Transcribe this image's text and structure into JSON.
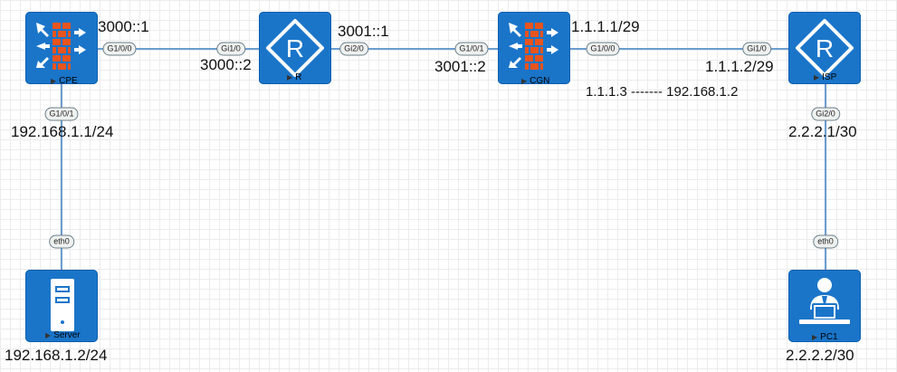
{
  "devices": {
    "cpe": {
      "name": "CPE",
      "icon": "firewall-icon"
    },
    "r": {
      "name": "R",
      "icon": "router-icon"
    },
    "cgn": {
      "name": "CGN",
      "icon": "firewall-icon"
    },
    "isp": {
      "name": "ISP",
      "icon": "router-icon"
    },
    "server": {
      "name": "Server",
      "icon": "server-icon"
    },
    "pc1": {
      "name": "PC1",
      "icon": "pc-user-icon"
    }
  },
  "ports": {
    "cpe_g100": "G1/0/0",
    "r_gi10": "Gi1/0",
    "r_gi20": "Gi2/0",
    "cgn_g101": "G1/0/1",
    "cgn_g100": "G1/0/0",
    "isp_gi10": "Gi1/0",
    "cpe_g101": "G1/0/1",
    "server_eth0": "eth0",
    "isp_gi20": "Gi2/0",
    "pc1_eth0": "eth0"
  },
  "addresses": {
    "cpe_g100": "3000::1",
    "r_gi10": "3000::2",
    "r_gi20": "3001::1",
    "cgn_g101": "3001::2",
    "cgn_g100": "1.1.1.1/29",
    "isp_gi10": "1.1.1.2/29",
    "nat_mapping": "1.1.1.3 ------- 192.168.1.2",
    "cpe_g101": "192.168.1.1/24",
    "isp_gi20": "2.2.2.1/30",
    "server": "192.168.1.2/24",
    "pc1": "2.2.2.2/30"
  },
  "colors": {
    "device_fill": "#1a75c9",
    "link": "#3a7fc1",
    "firewall_brick": "#e8541e"
  }
}
